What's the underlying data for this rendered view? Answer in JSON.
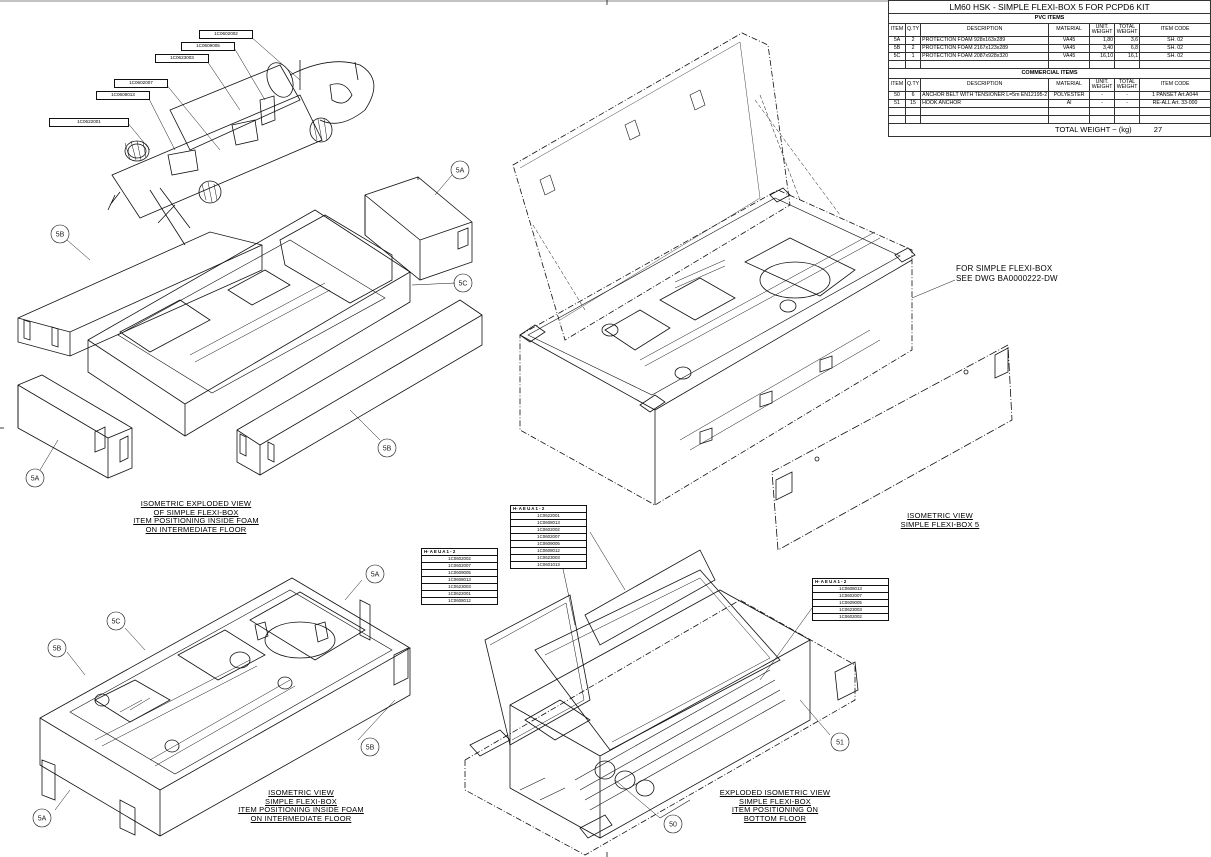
{
  "bom": {
    "title": "LM60 HSK - SIMPLE FLEXI-BOX 5  FOR PCPD6 KIT",
    "pvc_section": "PVC ITEMS",
    "commercial_section": "COMMERCIAL ITEMS",
    "headers": {
      "item": "ITEM",
      "qty": "Q.TY",
      "description": "DESCRIPTION",
      "material": "MATERIAL",
      "unit_weight": "UNIT. WEIGHT",
      "total_weight": "TOTAL WEIGHT",
      "item_code": "ITEM CODE"
    },
    "pvc_rows": [
      {
        "item": "5A",
        "qty": "2",
        "description": "PROTECTION FOAM 928x163x289",
        "material": "VA45",
        "unit_weight": "1,80",
        "total_weight": "3,6",
        "item_code": "SH. 02"
      },
      {
        "item": "5B",
        "qty": "2",
        "description": "PROTECTION FOAM 2167x123x289",
        "material": "VA45",
        "unit_weight": "3,40",
        "total_weight": "6,8",
        "item_code": "SH. 02"
      },
      {
        "item": "5C",
        "qty": "1",
        "description": "PROTECTION FOAM 2087x928x320",
        "material": "VA45",
        "unit_weight": "16,10",
        "total_weight": "16,1",
        "item_code": "SH. 02"
      }
    ],
    "commercial_rows": [
      {
        "item": "50",
        "qty": "6",
        "description": "ANCHOR BELT WITH TENSIONER L=5m EN12195-2",
        "material": "POLYESTER",
        "unit_weight": "-",
        "total_weight": "-",
        "item_code": "1 PANSET Art.A044"
      },
      {
        "item": "51",
        "qty": "15",
        "description": "HOOK ANCHOR",
        "material": "Al",
        "unit_weight": "-",
        "total_weight": "-",
        "item_code": "RE-ALL Art. 33-000"
      }
    ],
    "total_label": "TOTAL WEIGHT ~ (kg)",
    "total_value": "27"
  },
  "balloons": {
    "b5a_top": "5A",
    "b5b_left": "5B",
    "b5c_mid": "5C",
    "b5b_mid": "5B",
    "b5a_left": "5A",
    "b5a_bottomtop": "5A",
    "b5c_bottom": "5C",
    "b5b_bottomleft": "5B",
    "b5b_bottomright": "5B",
    "b5a_bottomleft": "5A",
    "b51": "51",
    "b50": "50"
  },
  "part_codes": [
    "1C0602002",
    "1C0609005",
    "1C0623003",
    "1C0602007",
    "1C0608013",
    "1C0622001"
  ],
  "table_a": {
    "head": "H-  A E  U A  1  -  2",
    "rows": [
      "1C0602002",
      "1C0602007",
      "1C0609005",
      "1C0608013",
      "1C0623003",
      "1C0622001",
      "1C0608012"
    ]
  },
  "table_b": {
    "head": "H-  A E  U A  1  -  2",
    "rows": [
      "1C0622001",
      "1C0608013",
      "1C0602002",
      "1C0602007",
      "1C0609005",
      "1C0608012",
      "1C0623003",
      "1C0601013"
    ]
  },
  "table_c": {
    "head": "H-  A E  U A  1  -  2",
    "rows": [
      "1C0608013",
      "1C0602007",
      "1C0609005",
      "1C0623003",
      "1C0602002"
    ]
  },
  "labels": {
    "view1_l1": "ISOMETRIC EXPLODED VIEW",
    "view1_l2": "OF SIMPLE FLEXI-BOX",
    "view1_l3": "ITEM POSITIONING INSIDE FOAM",
    "view1_l4": "ON INTERMEDIATE FLOOR",
    "view2_l1": "ISOMETRIC VIEW",
    "view2_l2": "SIMPLE FLEXI-BOX 5",
    "view3_l1": "ISOMETRIC VIEW",
    "view3_l2": "SIMPLE FLEXI-BOX",
    "view3_l3": "ITEM POSITIONING INSIDE FOAM",
    "view3_l4": "ON INTERMEDIATE FLOOR",
    "view4_l1": "EXPLODED ISOMETRIC VIEW",
    "view4_l2": "SIMPLE FLEXI-BOX",
    "view4_l3": "ITEM POSITIONING ON",
    "view4_l4": "BOTTOM FLOOR",
    "note_l1": "FOR SIMPLE FLEXI-BOX",
    "note_l2": "SEE DWG BA0000222-DW"
  }
}
